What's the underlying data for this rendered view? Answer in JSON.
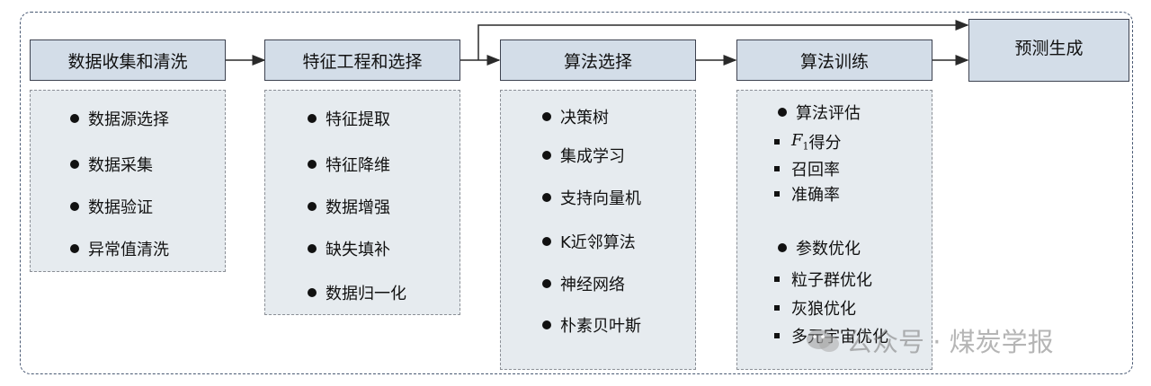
{
  "stages": [
    {
      "label": "数据收集和清洗"
    },
    {
      "label": "特征工程和选择"
    },
    {
      "label": "算法选择"
    },
    {
      "label": "算法训练"
    },
    {
      "label": "预测生成"
    }
  ],
  "panel1": {
    "items": [
      "数据源选择",
      "数据采集",
      "数据验证",
      "异常值清洗"
    ]
  },
  "panel2": {
    "items": [
      "特征提取",
      "特征降维",
      "数据增强",
      "缺失填补",
      "数据归一化"
    ]
  },
  "panel3": {
    "items": [
      "决策树",
      "集成学习",
      "支持向量机",
      "K近邻算法",
      "神经网络",
      "朴素贝叶斯"
    ]
  },
  "panel4": {
    "group1": {
      "title": "算法评估",
      "f_letter": "F",
      "f_sub": "1",
      "f_suffix": "得分",
      "items": [
        "召回率",
        "准确率"
      ]
    },
    "group2": {
      "title": "参数优化",
      "items": [
        "粒子群优化",
        "灰狼优化",
        "多元宇宙优化"
      ]
    }
  },
  "watermark": {
    "text": "公众号 · 煤炭学报"
  },
  "colors": {
    "box_fill": "#d3dde8",
    "panel_fill": "#e6ebef",
    "border": "#3d4250",
    "frame": "#4a5a74"
  }
}
